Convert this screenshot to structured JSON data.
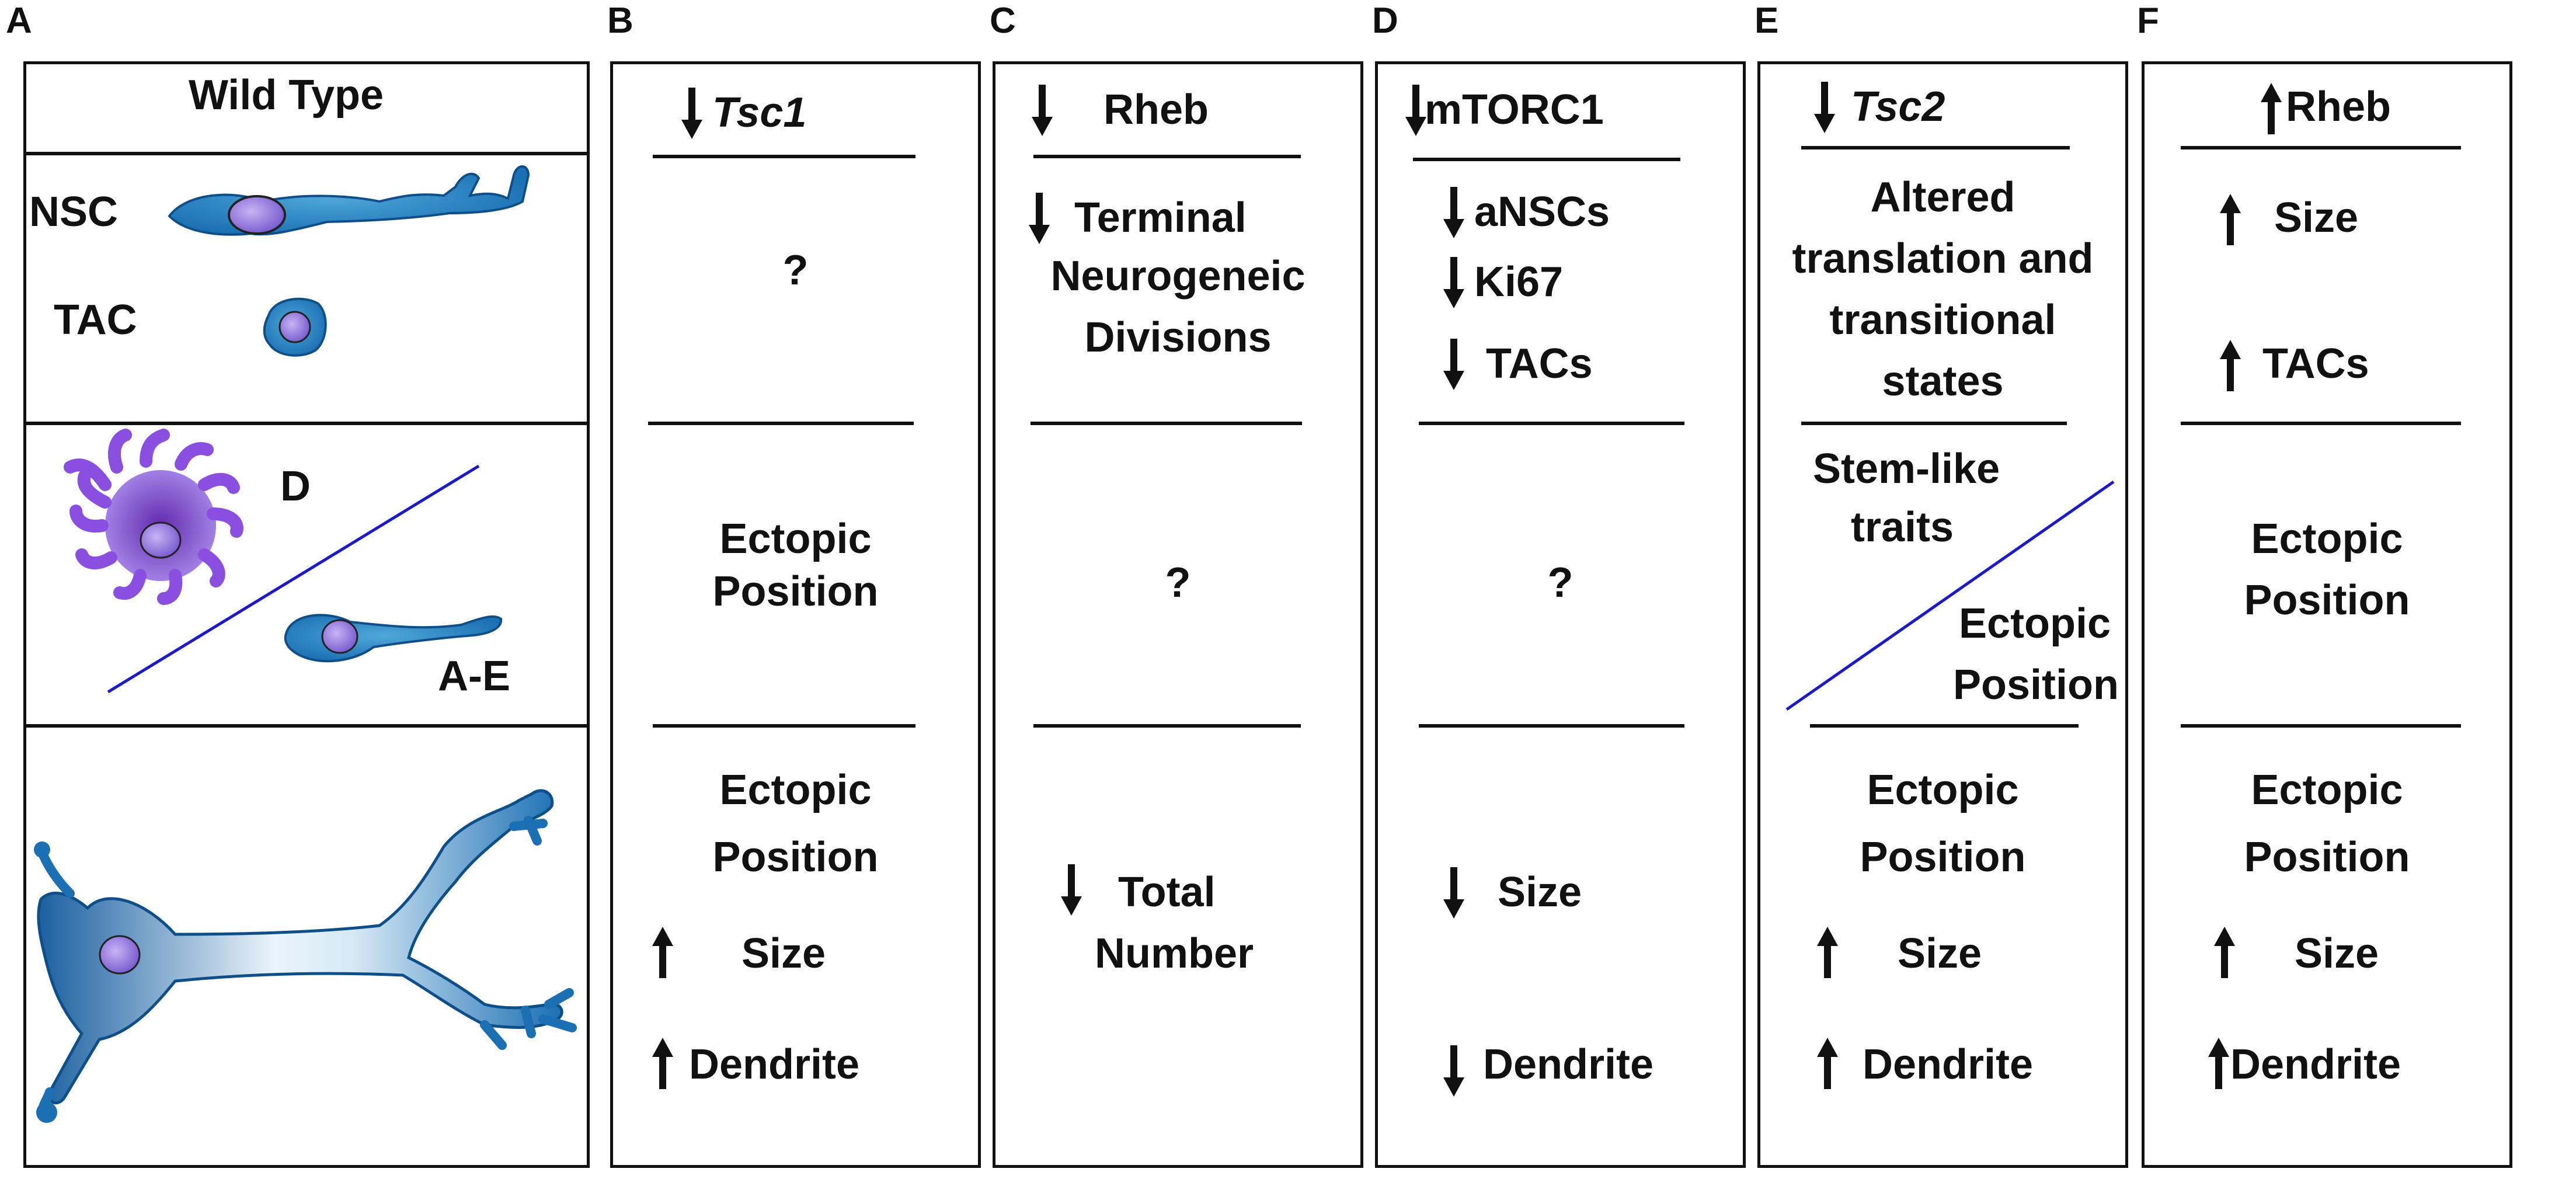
{
  "panels": {
    "A": {
      "letter": "A",
      "title": "Wild Type",
      "nsc_label": "NSC",
      "tac_label": "TAC",
      "d_label": "D",
      "ae_label": "A-E"
    },
    "B": {
      "letter": "B",
      "header": "Tsc1",
      "header_arrow": "down",
      "row1": "?",
      "row2_line1": "Ectopic",
      "row2_line2": "Position",
      "row3_line1": "Ectopic",
      "row3_line2": "Position",
      "size_label": "Size",
      "dendrite_label": "Dendrite"
    },
    "C": {
      "letter": "C",
      "header": "Rheb",
      "header_arrow": "down",
      "row1_line1": "Terminal",
      "row1_line2": "Neurogeneic",
      "row1_line3": "Divisions",
      "row2": "?",
      "row3_line1": "Total",
      "row3_line2": "Number"
    },
    "D": {
      "letter": "D",
      "header": "mTORC1",
      "header_arrow": "down",
      "row1_item1": "aNSCs",
      "row1_item2": "Ki67",
      "row1_item3": "TACs",
      "row2": "?",
      "size_label": "Size",
      "dendrite_label": "Dendrite"
    },
    "E": {
      "letter": "E",
      "header": "Tsc2",
      "header_arrow": "down",
      "row1_line1": "Altered",
      "row1_line2": "translation and",
      "row1_line3": "transitional",
      "row1_line4": "states",
      "row2_upper_line1": "Stem-like",
      "row2_upper_line2": "traits",
      "row2_lower_line1": "Ectopic",
      "row2_lower_line2": "Position",
      "row3_line1": "Ectopic",
      "row3_line2": "Position",
      "size_label": "Size",
      "dendrite_label": "Dendrite"
    },
    "F": {
      "letter": "F",
      "header": "Rheb",
      "header_arrow": "up",
      "size_label": "Size",
      "tacs_label": "TACs",
      "row2_line1": "Ectopic",
      "row2_line2": "Position",
      "row3_line1": "Ectopic",
      "row3_line2": "Position",
      "size_label_2": "Size",
      "dendrite_label": "Dendrite"
    }
  },
  "colors": {
    "line": "#111111",
    "divider_blue": "#1a1acc",
    "cell_blue": "#1b6fb3",
    "cell_light": "#4fa8d8",
    "nucleus": "#9b7fe0",
    "dendritic_purple": "#7b2fc4"
  }
}
